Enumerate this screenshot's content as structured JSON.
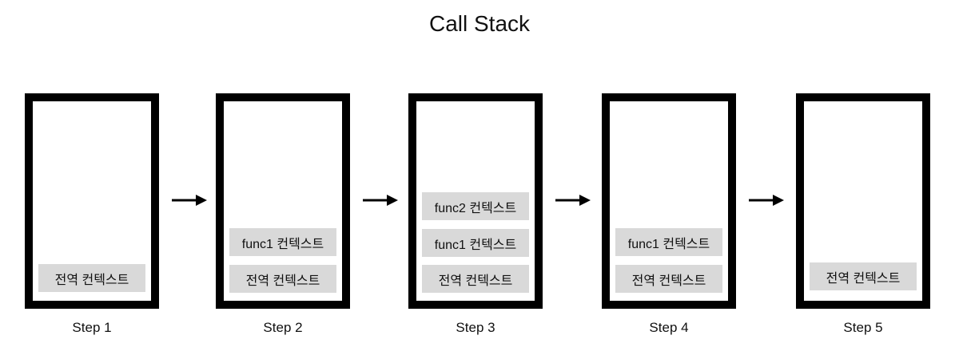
{
  "title": "Call Stack",
  "steps": [
    {
      "label": "Step 1",
      "frames": [
        "전역 컨텍스트"
      ]
    },
    {
      "label": "Step 2",
      "frames": [
        "func1 컨텍스트",
        "전역 컨텍스트"
      ]
    },
    {
      "label": "Step 3",
      "frames": [
        "func2 컨텍스트",
        "func1 컨텍스트",
        "전역 컨텍스트"
      ]
    },
    {
      "label": "Step 4",
      "frames": [
        "func1 컨텍스트",
        "전역 컨텍스트"
      ]
    },
    {
      "label": "Step 5",
      "frames": [
        "전역 컨텍스트"
      ]
    }
  ],
  "colors": {
    "stack_border": "#000000",
    "frame_fill": "#d9d9d9",
    "arrow": "#000000"
  }
}
